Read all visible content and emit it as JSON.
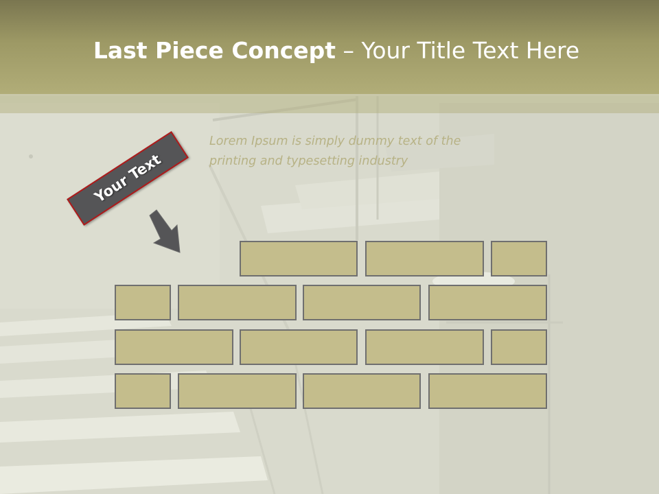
{
  "title": {
    "bold": "Last Piece Concept",
    "rest": " – Your Title Text Here"
  },
  "tag": {
    "label": "Your Text"
  },
  "body_text": "Lorem Ipsum is simply dummy text of the printing and typesetting industry",
  "colors": {
    "title_bar": "#a39f6b",
    "brick_fill": "#c4bd8c",
    "brick_border": "#6f6f6f",
    "tag_fill": "#555557",
    "tag_border": "#b01a1a",
    "body_text": "#b7b285"
  },
  "icons": [
    "arrow-down-right-icon"
  ],
  "brick_rows": [
    {
      "row": "row-1",
      "bricks": [
        "wide",
        "wide",
        "narrow"
      ]
    },
    {
      "row": "row-2",
      "bricks": [
        "narrow",
        "wide",
        "wide",
        "wide"
      ]
    },
    {
      "row": "row-3",
      "bricks": [
        "wide",
        "wide",
        "wide",
        "narrow"
      ]
    },
    {
      "row": "row-4",
      "bricks": [
        "narrow",
        "wide",
        "wide",
        "wide"
      ]
    }
  ]
}
